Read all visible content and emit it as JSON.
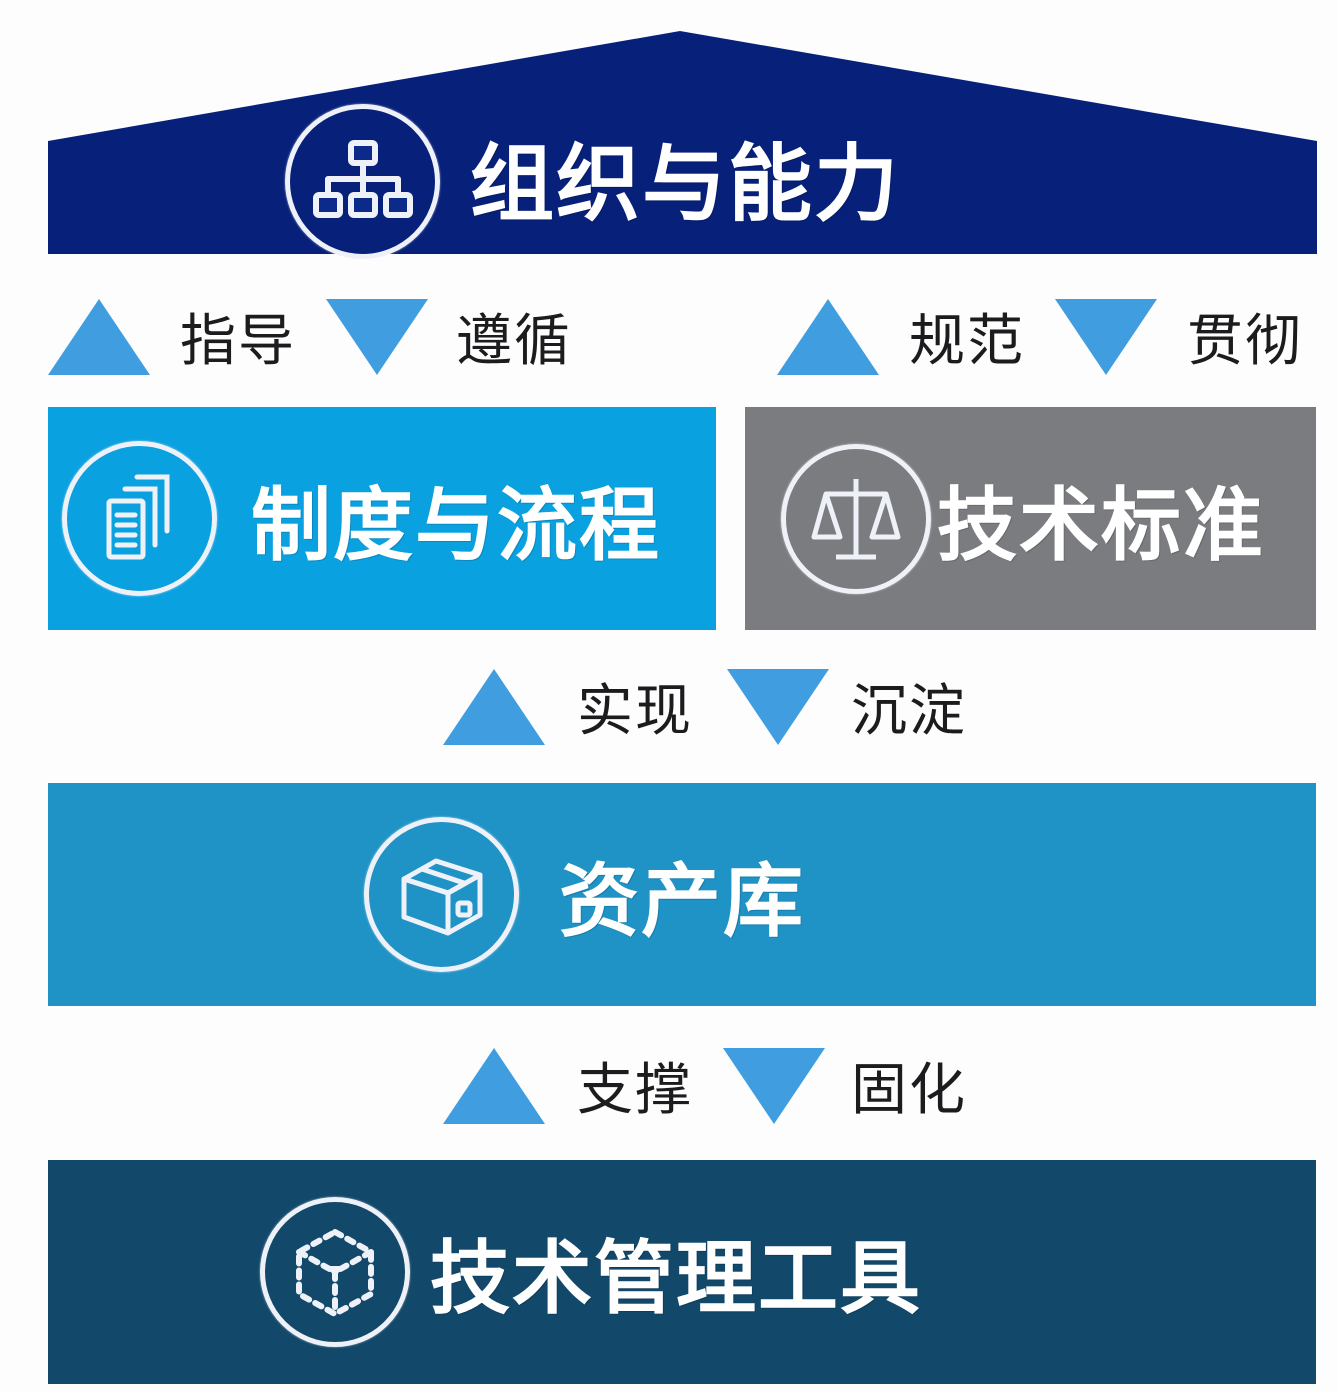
{
  "colors": {
    "roof": "#07207a",
    "policy_box": "#0aa1e1",
    "standard_box": "#7b7c80",
    "asset_box": "#1f93c6",
    "tool_box": "#12486a",
    "arrow": "#3f9de0",
    "icon_stroke": "#eef2f8",
    "label_text": "#1c1c1e"
  },
  "roof": {
    "title": "组织与能力",
    "icon": "org-chart-icon"
  },
  "connector_top_left": {
    "up_label": "指导",
    "down_label": "遵循"
  },
  "connector_top_right": {
    "up_label": "规范",
    "down_label": "贯彻"
  },
  "policy_box": {
    "title": "制度与流程",
    "icon": "documents-icon"
  },
  "standard_box": {
    "title": "技术标准",
    "icon": "scale-icon"
  },
  "connector_middle": {
    "up_label": "实现",
    "down_label": "沉淀"
  },
  "asset_box": {
    "title": "资产库",
    "icon": "box-icon"
  },
  "connector_bottom": {
    "up_label": "支撑",
    "down_label": "固化"
  },
  "tool_box": {
    "title": "技术管理工具",
    "icon": "cube-network-icon"
  }
}
